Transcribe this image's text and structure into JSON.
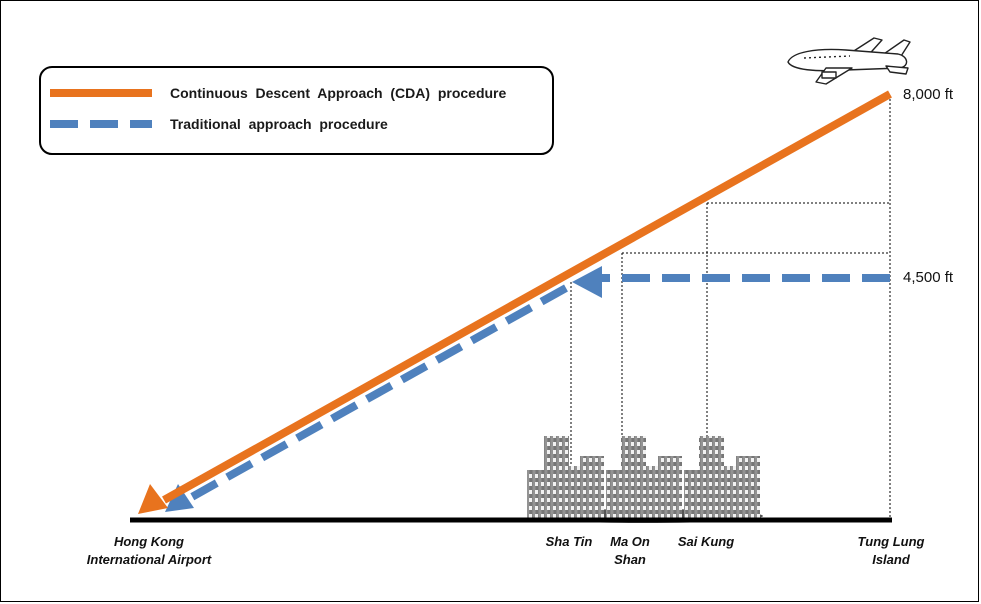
{
  "legend": {
    "cda_label": "Continuous  Descent  Approach  (CDA)  procedure",
    "traditional_label": "Traditional  approach  procedure"
  },
  "altitudes": {
    "high": "8,000 ft",
    "low": "4,500 ft"
  },
  "places": {
    "airport_line1": "Hong Kong",
    "airport_line2": "International Airport",
    "sha_tin": "Sha Tin",
    "ma_on_shan_line1": "Ma On",
    "ma_on_shan_line2": "Shan",
    "sai_kung": "Sai Kung",
    "tung_lung_line1": "Tung Lung",
    "tung_lung_line2": "Island"
  },
  "colors": {
    "cda": "#e8731e",
    "traditional": "#4f81bd",
    "ground": "#000000",
    "buildings": "#8a8a8a"
  },
  "icons": {
    "aircraft": "airplane-icon",
    "city": "city-buildings-icon"
  }
}
